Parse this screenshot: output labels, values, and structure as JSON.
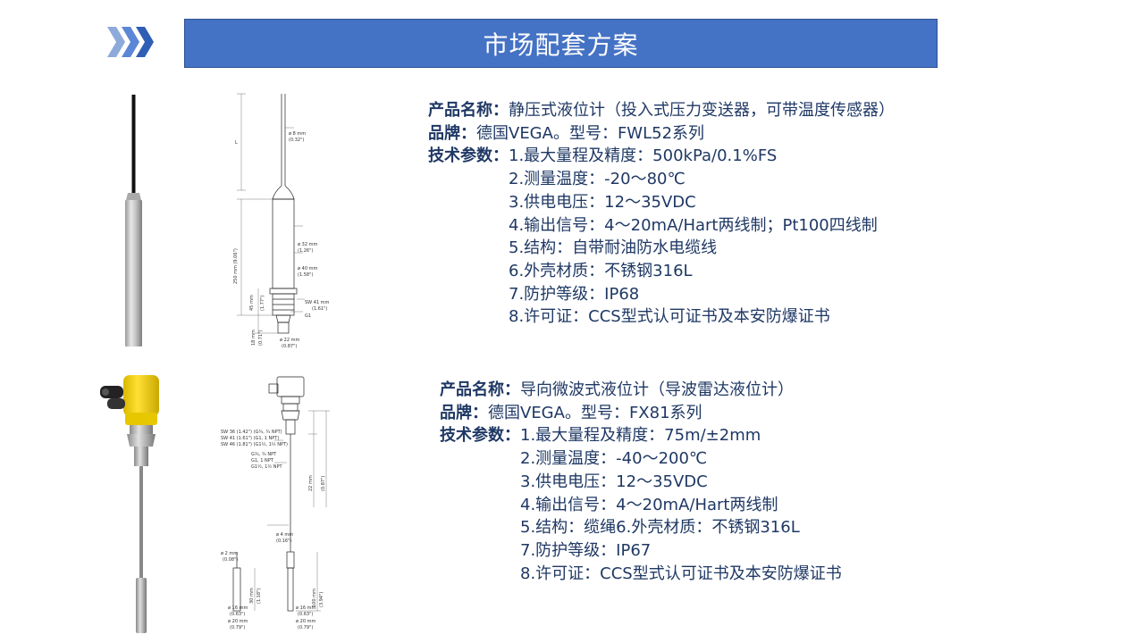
{
  "header": {
    "title": "市场配套方案",
    "icon": "chevron-triple-icon",
    "color": "#4472c4"
  },
  "products": [
    {
      "name_label": "产品名称：",
      "name": "静压式液位计（投入式压力变送器，可带温度传感器）",
      "brand_label": "品牌：",
      "brand": "德国VEGA。型号：FWL52系列",
      "tech_label": "技术参数：",
      "params": [
        "1.最大量程及精度：500kPa/0.1%FS",
        "2.测量温度：-20～80℃",
        "3.供电电压：12～35VDC",
        "4.输出信号：4～20mA/Hart两线制；Pt100四线制",
        "5.结构：自带耐油防水电缆线",
        "6.外壳材质：不锈钢316L",
        "7.防护等级：IP68",
        "8.许可证：CCS型式认可证书及本安防爆证书"
      ],
      "drawing_labels": {
        "l": "L",
        "d8": "ø 8 mm",
        "d8in": "(0.32\")",
        "d32": "ø 32 mm",
        "d32in": "(1.26\")",
        "d40": "ø 40 mm",
        "d40in": "(1.58\")",
        "h250": "250 mm (9.06\")",
        "h45": "45 mm",
        "h45in": "(1.77\")",
        "sw41": "SW 41 mm",
        "sw41in": "(1.61\")",
        "g1": "G1",
        "h18": "18 mm",
        "h18in": "(0.71\")",
        "d22": "ø 22 mm",
        "d22in": "(0.87\")"
      }
    },
    {
      "name_label": "产品名称：",
      "name": "导向微波式液位计（导波雷达液位计）",
      "brand_label": "品牌：",
      "brand": "德国VEGA。型号：FX81系列",
      "tech_label": "技术参数：",
      "params": [
        "1.最大量程及精度：75m/±2mm",
        "2.测量温度：-40～200℃",
        "3.供电电压：12～35VDC",
        "4.输出信号：4～20mA/Hart两线制",
        "5.结构：缆绳6.外壳材质：不锈钢316L",
        "7.防护等级：IP67",
        "8.许可证：CCS型式认可证书及本安防爆证书"
      ],
      "drawing_labels": {
        "sw36": "SW 36 (1.42\") (G¾, ¾ NPT)",
        "sw41": "SW 41 (1.61\") (G1, 1 NPT)",
        "sw46": "SW 46 (1.81\") (G1½, 1½ NPT)",
        "g34": "G¾, ¾ NPT",
        "g1": "G1, 1 NPT",
        "g112": "G1½, 1½ NPT",
        "h22": "22 mm",
        "h22in": "(0.87\")",
        "d4": "ø 4 mm",
        "d4in": "(0.16\")",
        "d2": "ø 2 mm",
        "d2in": "(0.08\")",
        "h30": "30 mm",
        "h30in": "(1.18\")",
        "h100": "100 mm",
        "h100in": "(3.94\")",
        "d16": "ø 16 mm",
        "d16in": "(0.63\")",
        "d20": "ø 20 mm",
        "d20in": "(0.79\")"
      }
    }
  ]
}
